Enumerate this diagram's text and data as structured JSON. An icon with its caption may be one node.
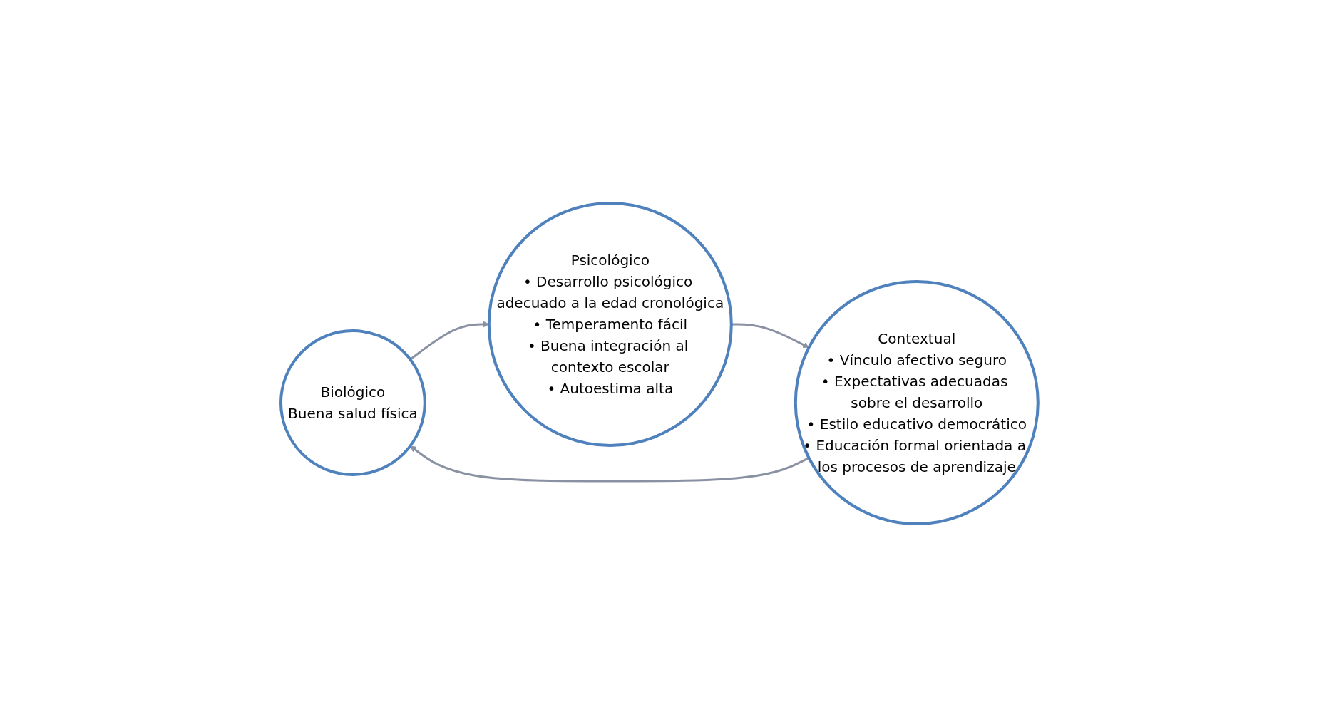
{
  "diagram": {
    "nodes": [
      {
        "text": [
          "Biológico",
          "Buena salud física"
        ]
      },
      {
        "text": [
          "Psicológico",
          "• Desarrollo psicológico adecuado a la edad cronológica",
          "• Temperamento fácil",
          "• Buena integración al contexto escolar",
          "• Autoestima alta"
        ]
      },
      {
        "text": [
          "Contextual",
          "• Vínculo afectivo seguro",
          "• Expectativas adecuadas sobre el desarrollo",
          "• Estilo educativo democrático",
          "• Educación formal orientada a los procesos de aprendizaje"
        ]
      }
    ],
    "edges": [
      {
        "from": 0,
        "to": 1,
        "arrow": "to"
      },
      {
        "from": 1,
        "to": 2,
        "arrow": "to"
      },
      {
        "from": 2,
        "to": 0,
        "arrow": "to"
      }
    ]
  }
}
